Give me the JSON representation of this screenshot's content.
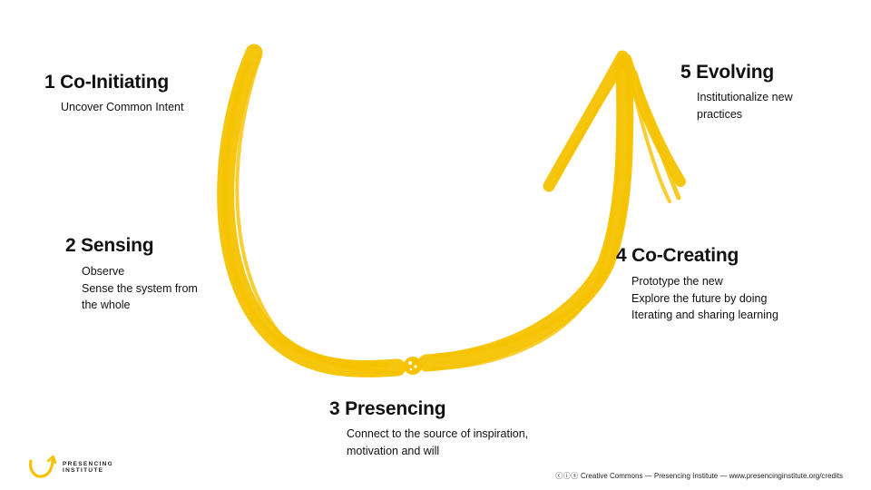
{
  "stages": [
    {
      "number": "1",
      "title": "Co-Initiating",
      "lines": [
        "Uncover Common Intent"
      ]
    },
    {
      "number": "2",
      "title": "Sensing",
      "lines": [
        "Observe",
        "Sense the system from",
        "the whole"
      ]
    },
    {
      "number": "3",
      "title": "Presencing",
      "lines": [
        "Connect to the source of inspiration,",
        "motivation and will"
      ]
    },
    {
      "number": "4",
      "title": "Co-Creating",
      "lines": [
        "Prototype the new",
        "Explore the future by doing",
        "Iterating and sharing learning"
      ]
    },
    {
      "number": "5",
      "title": "Evolving",
      "lines": [
        "Institutionalize new",
        "practices"
      ]
    }
  ],
  "logo": {
    "line1": "PRESENCING",
    "line2": "INSTITUTE"
  },
  "footer": {
    "cc_icons": "ⓒⓘⓢ",
    "credits": "Creative Commons — Presencing Institute — www.presencinginstitute.org/credits"
  },
  "colors": {
    "accent": "#F6C200",
    "text": "#111111"
  }
}
